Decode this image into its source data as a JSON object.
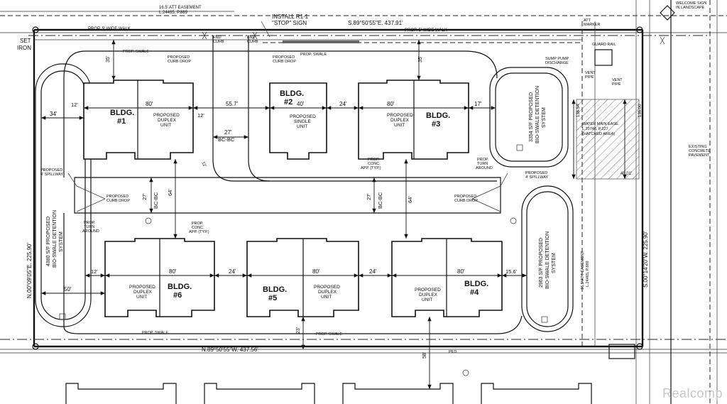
{
  "labels": {
    "easement_top": [
      "16.5' ATT EASEMENT",
      "L.24465, P.889"
    ],
    "install_stop": [
      "INSTALL R1-1",
      "\"STOP\" SIGN"
    ],
    "bearing_north": "S.89°50'55\"E.  437.91'",
    "walk_left": "PROP. 5' WIDE WALK",
    "walk_right": "PROP. 5' WIDE WALK",
    "set_iron": [
      "SET",
      "IRON"
    ],
    "end_curb_1": [
      "END",
      "CURB"
    ],
    "end_curb_2": [
      "END",
      "CURB"
    ],
    "prop_swale": "PROP. SWALE",
    "curb_drop_1": [
      "PROPOSED",
      "CURB DROP"
    ],
    "curb_drop_2": [
      "PROPOSED",
      "CURB DROP"
    ],
    "att_marker": [
      "ATT",
      "MARKER"
    ],
    "guard_rail": "GUARD RAIL",
    "sump_pump": [
      "SUMP PUMP",
      "DISCHARGE"
    ],
    "welcome_sign": [
      "WELCOME SIGN",
      "IN LANDSCAPE"
    ],
    "vent_pipe_1": [
      "VENT",
      "PIPE"
    ],
    "vent_pipe_2": [
      "VENT",
      "PIPE"
    ],
    "water_main": [
      "WATER MAIN EASE.",
      "L.20746, P.327",
      "(HATCHED AREA)"
    ],
    "existing_pavement": [
      "EXISTING",
      "CONCRETE",
      "PAVEMENT"
    ],
    "bldg1": [
      "BLDG.",
      "#1"
    ],
    "bldg2": [
      "BLDG.",
      "#2"
    ],
    "bldg3": [
      "BLDG.",
      "#3"
    ],
    "bldg4": [
      "BLDG.",
      "#4"
    ],
    "bldg5": [
      "BLDG.",
      "#5"
    ],
    "bldg6": [
      "BLDG.",
      "#6"
    ],
    "duplex": [
      "PROPOSED",
      "DUPLEX",
      "UNIT"
    ],
    "single": [
      "PROPOSED",
      "SINGLE",
      "UNIT"
    ],
    "conc_app_1": [
      "PROP.",
      "CONC.",
      "APP. (TYP.)"
    ],
    "conc_app_2": [
      "PROP.",
      "CONC.",
      "APP. (TYP.)"
    ],
    "turn_around_1": [
      "PROP.",
      "TURN",
      "AROUND"
    ],
    "turn_around_2": [
      "PROP.",
      "TURN",
      "AROUND"
    ],
    "spillway_left": [
      "PROPOSED",
      "4' SPILLWAY"
    ],
    "spillway_right": [
      "PROPOSED",
      "4' SPILLWAY"
    ],
    "detention_top_right": [
      "3354 S/F PROPOSED",
      "BIO-SWALE DETENTION",
      "SYSTEM"
    ],
    "detention_left": [
      "4380 S/F PROPOSED",
      "BIO-SWALE DETENTION",
      "SYSTEM"
    ],
    "detention_bottom_right": [
      "2963 S/F PROPOSED",
      "BIO-SWALE DETENTION",
      "SYSTEM"
    ],
    "bearing_west": "N.00°09'05\"E.  225.90'",
    "bearing_east": "S.00°14'20\"W.  225.90'",
    "bearing_south": "N.89°50'55\"W.  437.56'",
    "att_easement_right": [
      "16.5' ATT EASEMENT",
      "L.24465, P.889"
    ],
    "ped": "PED.",
    "bc_bc": "BC-BC",
    "watermark": "Realcomp"
  },
  "dimensions": {
    "d35a": "35'",
    "d35b": "35'",
    "d12a": "12'",
    "d34": "34'",
    "d80a": "80'",
    "d12b": "12'",
    "d557": "55.7'",
    "d27a": "27'",
    "d40": "40'",
    "d24a": "24'",
    "d80b": "80'",
    "d17": "17'",
    "d27b": "27'",
    "d64a": "64'",
    "d27c": "27'",
    "d64b": "64'",
    "d12c": "12'",
    "d80c": "80'",
    "d24b": "24'",
    "d80d": "80'",
    "d24c": "24'",
    "d80e": "80'",
    "d156": "15.6'",
    "d50": "50'",
    "d23": "23'",
    "d58": "58'",
    "d13654": "136.54'",
    "d13600": "136.00'",
    "d4801": "48.01'",
    "d12d": "12'"
  }
}
